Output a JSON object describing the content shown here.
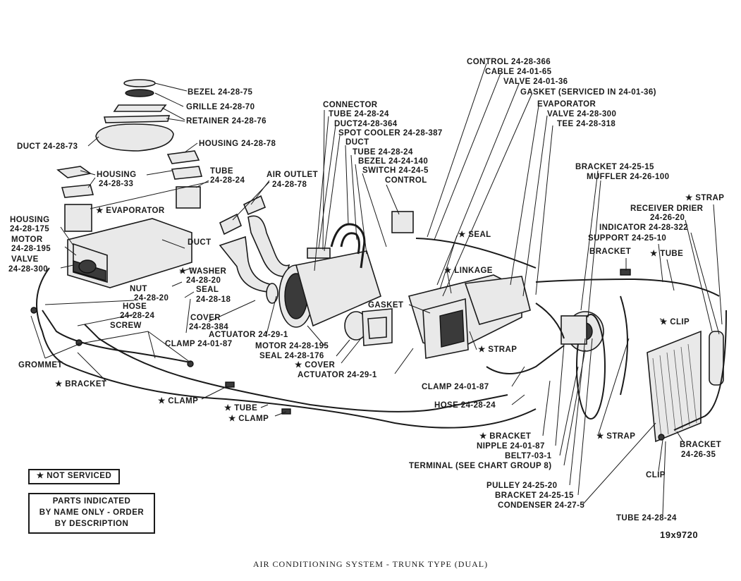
{
  "labels": {
    "bezel": "BEZEL 24-28-75",
    "grille": "GRILLE 24-28-70",
    "retainer": "RETAINER 24-28-76",
    "duct_left": "DUCT 24-28-73",
    "housing_top": "HOUSING 24-28-78",
    "housing_mid_1": "HOUSING",
    "housing_mid_2": "24-28-33",
    "tube_mid_1": "TUBE",
    "tube_mid_2": "24-28-24",
    "evaporator_left": "★ EVAPORATOR",
    "housing_left_1": "HOUSING",
    "housing_left_2": "24-28-175",
    "motor_left_1": "MOTOR",
    "motor_left_2": "24-28-195",
    "valve_left_1": "VALVE",
    "valve_left_2": "24-28-300",
    "air_outlet_1": "AIR OUTLET",
    "air_outlet_2": "24-28-78",
    "duct_mid": "DUCT",
    "washer_1": "★ WASHER",
    "washer_2": "24-28-20",
    "nut_1": "NUT",
    "nut_2": "24-28-20",
    "seal_left_1": "SEAL",
    "seal_left_2": "24-28-18",
    "hose_left_1": "HOSE",
    "hose_left_2": "24-28-24",
    "screw": "SCREW",
    "cover_left_1": "COVER",
    "cover_left_2": "24-28-384",
    "clamp_left": "CLAMP 24-01-87",
    "actuator_mid": "ACTUATOR 24-29-1",
    "motor_mid": "MOTOR 24-28-195",
    "seal_mid": "SEAL 24-28-176",
    "cover_mid": "★ COVER",
    "actuator_mid2": "ACTUATOR 24-29-1",
    "grommet": "GROMMET",
    "bracket_left": "★ BRACKET",
    "clamp_star_1": "★ CLAMP",
    "tube_star": "★ TUBE",
    "clamp_star_2": "★ CLAMP",
    "connector": "CONNECTOR",
    "tube_c": "TUBE 24-28-24",
    "duct_c": "DUCT24-28-364",
    "spot_cooler": "SPOT COOLER 24-28-387",
    "duct_c2": "DUCT",
    "tube_c2": "TUBE 24-28-24",
    "bezel_c": "BEZEL 24-24-140",
    "switch_c": "SWITCH 24-24-5",
    "control_c": "CONTROL",
    "control_top": "CONTROL 24-28-366",
    "cable_top": "CABLE 24-01-65",
    "valve_top": "VALVE 24-01-36",
    "gasket_top": "GASKET (SERVICED IN 24-01-36)",
    "evaporator_top": "EVAPORATOR",
    "valve_top2": "VALVE 24-28-300",
    "tee_top": "TEE 24-28-318",
    "seal_star": "★ SEAL",
    "linkage_star": "★ LINKAGE",
    "gasket_mid": "GASKET",
    "strap_mid": "★ STRAP",
    "clamp_right": "CLAMP 24-01-87",
    "hose_right": "HOSE 24-28-24",
    "bracket_star_b": "★ BRACKET",
    "nipple": "NIPPLE 24-01-87",
    "belt": "BELT7-03-1",
    "terminal": "TERMINAL (SEE CHART GROUP 8)",
    "pulley": "PULLEY 24-25-20",
    "bracket_b2": "BRACKET 24-25-15",
    "condenser": "CONDENSER 24-27-5",
    "strap_star_b": "★ STRAP",
    "bracket_r1": "BRACKET 24-25-15",
    "muffler": "MUFFLER 24-26-100",
    "strap_star_r": "★ STRAP",
    "receiver_1": "RECEIVER DRIER",
    "receiver_2": "24-26-20",
    "indicator": "INDICATOR 24-28-322",
    "support": "SUPPORT 24-25-10",
    "bracket_r2": "BRACKET",
    "tube_star_r": "★ TUBE",
    "clip_star": "★ CLIP",
    "bracket_r3_1": "BRACKET",
    "bracket_r3_2": "24-26-35",
    "clip_r": "CLIP",
    "tube_r": "TUBE 24-28-24"
  },
  "legend": {
    "not_serviced": "★ NOT SERVICED",
    "parts_1": "PARTS INDICATED",
    "parts_2": "BY NAME ONLY - ORDER",
    "parts_3": "BY DESCRIPTION"
  },
  "figure_code": "19x9720",
  "caption": "AIR CONDITIONING SYSTEM - TRUNK TYPE (DUAL)"
}
